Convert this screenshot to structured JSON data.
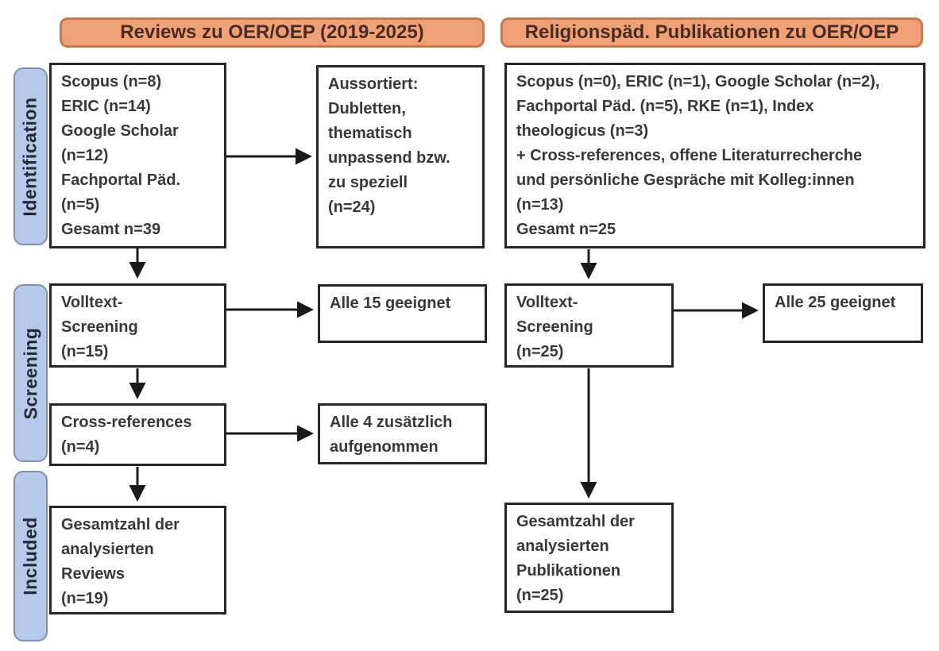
{
  "headers": {
    "left": "Reviews zu OER/OEP (2019-2025)",
    "right": "Religionspäd. Publikationen zu OER/OEP"
  },
  "stage_labels": {
    "identification": "Identification",
    "screening": "Screening",
    "included": "Included"
  },
  "boxes": {
    "left_sources": {
      "lines": [
        "Scopus (n=8)",
        "ERIC (n=14)",
        "Google Scholar",
        "(n=12)",
        "Fachportal Päd.",
        "(n=5)",
        "Gesamt n=39"
      ]
    },
    "left_excluded": {
      "lines": [
        "Aussortiert:",
        "Dubletten,",
        "thematisch",
        "unpassend bzw.",
        "zu speziell",
        "(n=24)"
      ]
    },
    "left_fulltext": {
      "lines": [
        "Volltext-",
        "Screening",
        "(n=15)"
      ]
    },
    "left_fulltext_result": {
      "lines": [
        "Alle 15 geeignet"
      ]
    },
    "left_crossref": {
      "lines": [
        "Cross-references",
        "(n=4)"
      ]
    },
    "left_crossref_result": {
      "lines": [
        "Alle 4 zusätzlich",
        "aufgenommen"
      ]
    },
    "left_included": {
      "lines": [
        "Gesamtzahl der",
        "analysierten",
        "Reviews",
        "(n=19)"
      ]
    },
    "right_sources": {
      "lines": [
        "Scopus (n=0), ERIC (n=1), Google Scholar (n=2),",
        "Fachportal Päd. (n=5), RKE (n=1), Index",
        "theologicus (n=3)",
        "+ Cross-references, offene Literaturrecherche",
        "und persönliche Gespräche mit Kolleg:innen",
        "(n=13)",
        "Gesamt n=25"
      ]
    },
    "right_fulltext": {
      "lines": [
        "Volltext-",
        "Screening",
        "(n=25)"
      ]
    },
    "right_fulltext_result": {
      "lines": [
        "Alle 25 geeignet"
      ]
    },
    "right_included": {
      "lines": [
        "Gesamtzahl der",
        "analysierten",
        "Publikationen",
        "(n=25)"
      ]
    }
  },
  "colors": {
    "background": "#ffffff",
    "header-fill": "#efa077",
    "header-border": "#c87a4e",
    "header-text": "#4a2d20",
    "stage-fill": "#b7c9e8",
    "stage-border": "#7f90b3",
    "stage-text": "#222b38",
    "box-border": "#262626",
    "box-text": "#383838",
    "arrow": "#1a1a1a"
  }
}
